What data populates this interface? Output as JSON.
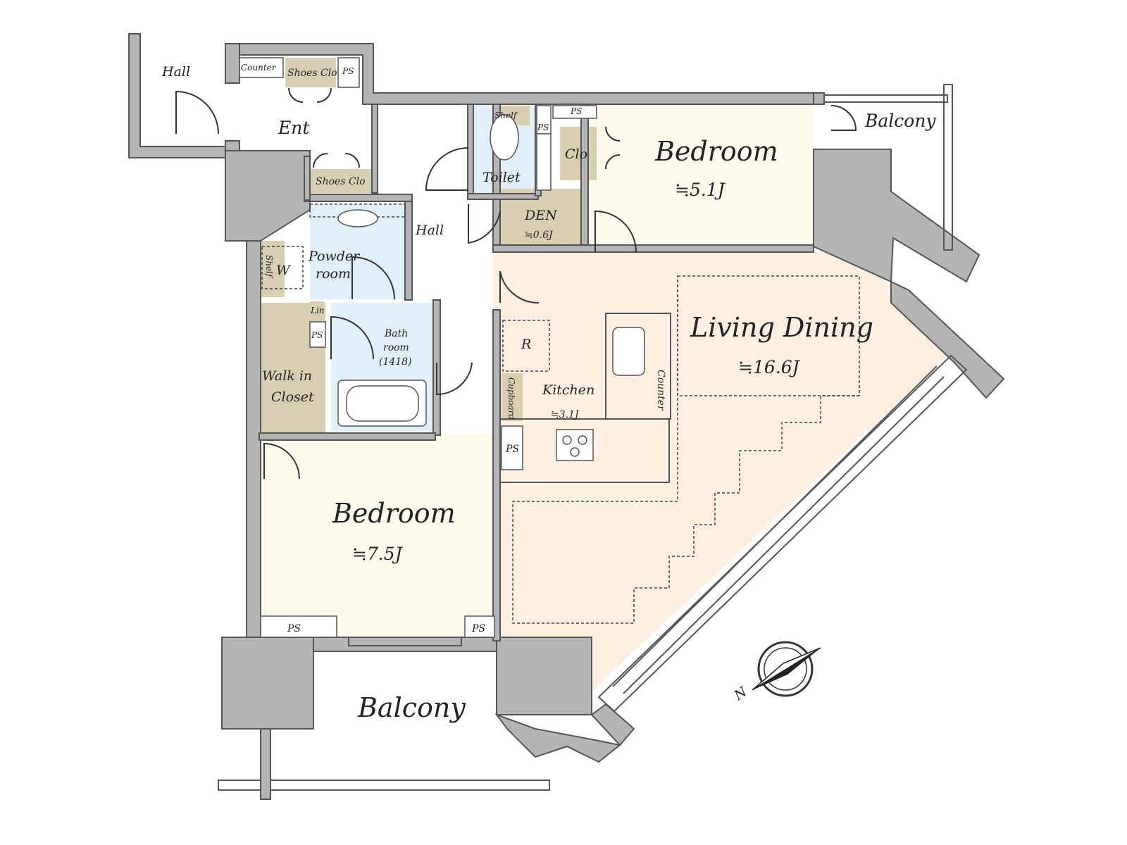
{
  "labels": {
    "hall_outside": "Hall",
    "counter_ent": "Counter",
    "shoes_clo_top": "Shoes Clo",
    "ps_ent": "PS",
    "ent": "Ent",
    "shoes_clo_lower": "Shoes Clo",
    "shelf_toilet": "Shelf",
    "ps_toilet_top": "PS",
    "ps_toilet_side": "PS",
    "toilet": "Toilet",
    "clo": "Clo",
    "bedroom_small": "Bedroom",
    "bedroom_small_area": "≒5.1J",
    "balcony_right": "Balcony",
    "den": "DEN",
    "den_area": "≒0.6J",
    "hall_inner": "Hall",
    "powder_room_1": "Powder",
    "powder_room_2": "room",
    "shelf_powder": "Shelf",
    "w_mark": "W",
    "lin": "Lin",
    "ps_bath": "PS",
    "bath_1": "Bath",
    "bath_2": "room",
    "bath_3": "(1418)",
    "walk_in_1": "Walk in",
    "walk_in_2": "Closet",
    "r_mark": "R",
    "kitchen": "Kitchen",
    "kitchen_area": "≒3.1J",
    "cupboard": "Cupboard",
    "ps_kitchen": "PS",
    "counter_kitchen": "Counter",
    "living_dining": "Living Dining",
    "living_dining_area": "≒16.6J",
    "bedroom_large": "Bedroom",
    "bedroom_large_area": "≒7.5J",
    "ps_bottom_left": "PS",
    "ps_bottom_right": "PS",
    "balcony_bottom": "Balcony",
    "compass_n": "N"
  },
  "colors": {
    "wall": "#b5b5b5",
    "closet": "#d8cfb2",
    "wet_area": "#e1eff8",
    "bedroom": "#fdfbec",
    "living": "#fdf0e0"
  }
}
